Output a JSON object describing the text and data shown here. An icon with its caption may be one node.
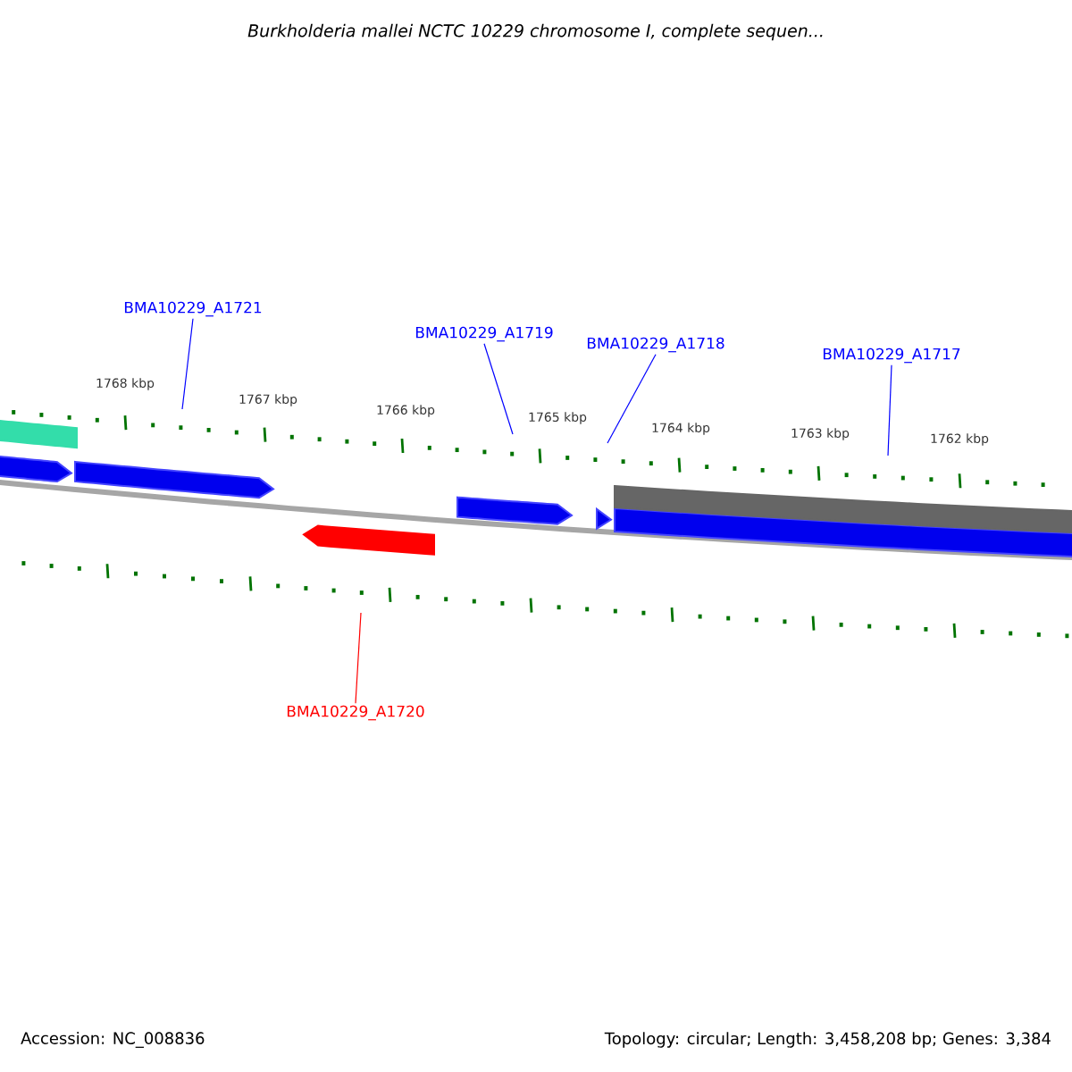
{
  "diagram": {
    "title": "Burkholderia mallei NCTC 10229 chromosome I, complete sequen...",
    "nodes": [
      {
        "text": [
          "BMA10229_A1721"
        ]
      },
      {
        "text": [
          "BMA10229_A1719"
        ]
      },
      {
        "text": [
          "BMA10229_A1718"
        ]
      },
      {
        "text": [
          "BMA10229_A1717"
        ]
      },
      {
        "text": [
          "BMA10229_A1720"
        ]
      }
    ],
    "edges": [
      {
        "from": 0,
        "to": null,
        "arrow": "none"
      },
      {
        "from": 1,
        "to": null,
        "arrow": "none"
      },
      {
        "from": 2,
        "to": null,
        "arrow": "none"
      },
      {
        "from": 3,
        "to": null,
        "arrow": "none"
      },
      {
        "from": 4,
        "to": null,
        "arrow": "none",
        "color": "#ff0000"
      }
    ],
    "labels": [
      "1768 kbp",
      "1767 kbp",
      "1766 kbp",
      "1765 kbp",
      "1764 kbp",
      "1763 kbp",
      "1762 kbp",
      "Accession: NC_008836",
      "Topology: circular; Length: 3,458,208 bp; Genes: 3,384"
    ]
  }
}
